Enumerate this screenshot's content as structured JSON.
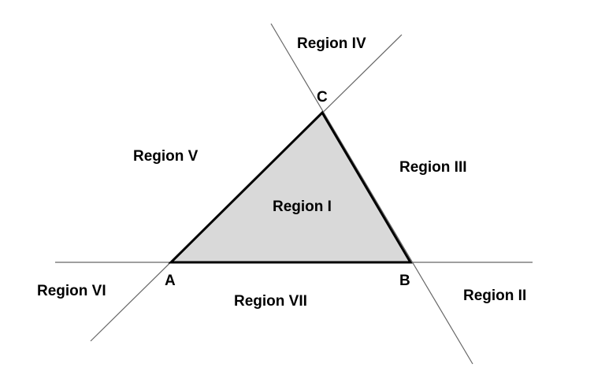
{
  "diagram": {
    "colors": {
      "triangle_fill": "#d9d9d9",
      "triangle_stroke": "#000000",
      "line_stroke": "#666666",
      "text": "#000000"
    },
    "vertices": {
      "a": "A",
      "b": "B",
      "c": "C"
    },
    "regions": {
      "r1": "Region I",
      "r2": "Region II",
      "r3": "Region III",
      "r4": "Region IV",
      "r5": "Region V",
      "r6": "Region VI",
      "r7": "Region VII"
    }
  }
}
